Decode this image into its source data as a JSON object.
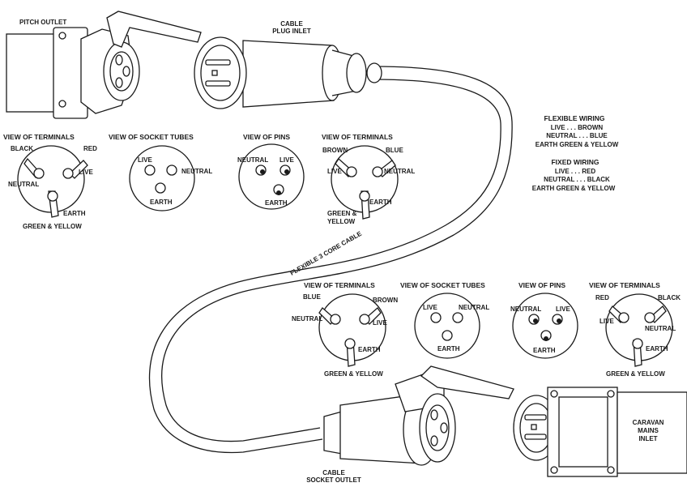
{
  "labels": {
    "pitch_outlet": "PITCH OUTLET",
    "cable_plug_inlet_1": "CABLE",
    "cable_plug_inlet_2": "PLUG INLET",
    "cable_socket_outlet_1": "CABLE",
    "cable_socket_outlet_2": "SOCKET OUTLET",
    "caravan_inlet_1": "CARAVAN",
    "caravan_inlet_2": "MAINS",
    "caravan_inlet_3": "INLET",
    "cable": "FLEXIBLE 3 CORE CABLE"
  },
  "legend": {
    "flexible_title": "FLEXIBLE WIRING",
    "flexible_live": "LIVE . . . BROWN",
    "flexible_neutral": "NEUTRAL . . . BLUE",
    "flexible_earth": "EARTH     GREEN & YELLOW",
    "fixed_title": "FIXED WIRING",
    "fixed_live": "LIVE . . . RED",
    "fixed_neutral": "NEUTRAL . . . BLACK",
    "fixed_earth": "EARTH     GREEN & YELLOW"
  },
  "top_row": {
    "terminals_1": {
      "title": "VIEW OF TERMINALS",
      "l1": "BLACK",
      "l2": "RED",
      "l3": "NEUTRAL",
      "l4": "LIVE",
      "l5": "EARTH",
      "l6": "GREEN & YELLOW"
    },
    "socket_tubes": {
      "title": "VIEW OF SOCKET TUBES",
      "l1": "LIVE",
      "l2": "NEUTRAL",
      "l3": "EARTH"
    },
    "pins": {
      "title": "VIEW OF PINS",
      "l1": "NEUTRAL",
      "l2": "LIVE",
      "l3": "EARTH"
    },
    "terminals_2": {
      "title": "VIEW OF TERMINALS",
      "l1": "BROWN",
      "l2": "BLUE",
      "l3": "LIVE",
      "l4": "NEUTRAL",
      "l5": "EARTH",
      "l6a": "GREEN &",
      "l6b": "YELLOW"
    }
  },
  "bottom_row": {
    "terminals_1": {
      "title": "VIEW OF TERMINALS",
      "l1": "BLUE",
      "l2": "BROWN",
      "l3": "NEUTRAL",
      "l4": "LIVE",
      "l5": "EARTH",
      "l6": "GREEN & YELLOW"
    },
    "socket_tubes": {
      "title": "VIEW OF SOCKET TUBES",
      "l1": "LIVE",
      "l2": "NEUTRAL",
      "l3": "EARTH"
    },
    "pins": {
      "title": "VIEW OF PINS",
      "l1": "NEUTRAL",
      "l2": "LIVE",
      "l3": "EARTH"
    },
    "terminals_2": {
      "title": "VIEW OF TERMINALS",
      "l1": "RED",
      "l2": "BLACK",
      "l3": "LIVE",
      "l4": "NEUTRAL",
      "l5": "EARTH",
      "l6": "GREEN & YELLOW"
    }
  }
}
